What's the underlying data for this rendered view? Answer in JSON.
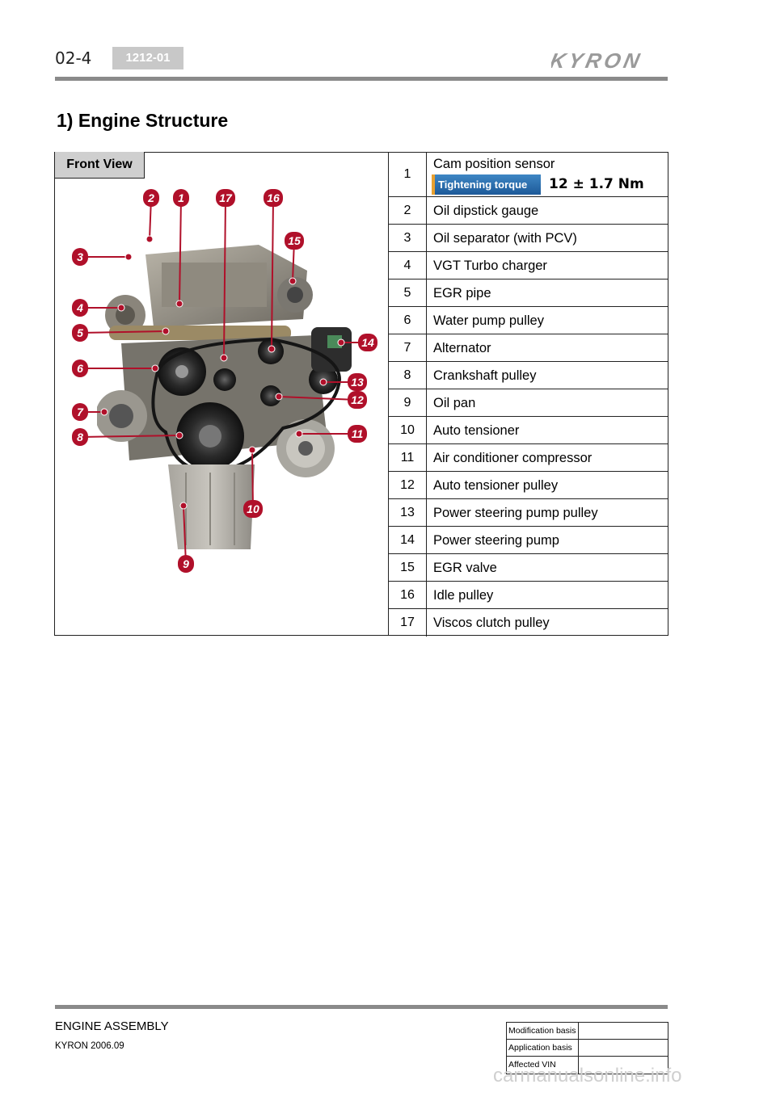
{
  "header": {
    "page_number": "02-4",
    "section_code": "1212-01",
    "brand": "KYRON"
  },
  "heading": "1) Engine Structure",
  "view_label": "Front View",
  "parts": [
    {
      "num": "1",
      "name": "Cam position sensor",
      "torque_label": "Tightening torque",
      "torque_value": "12 ± 1.7 Nm"
    },
    {
      "num": "2",
      "name": "Oil dipstick gauge"
    },
    {
      "num": "3",
      "name": "Oil separator (with PCV)"
    },
    {
      "num": "4",
      "name": "VGT Turbo charger"
    },
    {
      "num": "5",
      "name": "EGR pipe"
    },
    {
      "num": "6",
      "name": "Water pump pulley"
    },
    {
      "num": "7",
      "name": "Alternator"
    },
    {
      "num": "8",
      "name": "Crankshaft pulley"
    },
    {
      "num": "9",
      "name": "Oil pan"
    },
    {
      "num": "10",
      "name": "Auto tensioner"
    },
    {
      "num": "11",
      "name": "Air conditioner compressor"
    },
    {
      "num": "12",
      "name": "Auto tensioner pulley"
    },
    {
      "num": "13",
      "name": "Power steering pump pulley"
    },
    {
      "num": "14",
      "name": "Power steering pump"
    },
    {
      "num": "15",
      "name": "EGR valve"
    },
    {
      "num": "16",
      "name": "Idle pulley"
    },
    {
      "num": "17",
      "name": "Viscos clutch pulley"
    }
  ],
  "callout_labels": [
    "1",
    "2",
    "3",
    "4",
    "5",
    "6",
    "7",
    "8",
    "9",
    "10",
    "11",
    "12",
    "13",
    "14",
    "15",
    "16",
    "17"
  ],
  "callout_color": "#b0102a",
  "footer": {
    "title": "ENGINE ASSEMBLY",
    "subtitle": "KYRON 2006.09",
    "basis": [
      {
        "label": "Modification basis",
        "value": ""
      },
      {
        "label": "Application basis",
        "value": ""
      },
      {
        "label": "Affected VIN",
        "value": ""
      }
    ]
  },
  "watermark": "carmanualsonline.info"
}
